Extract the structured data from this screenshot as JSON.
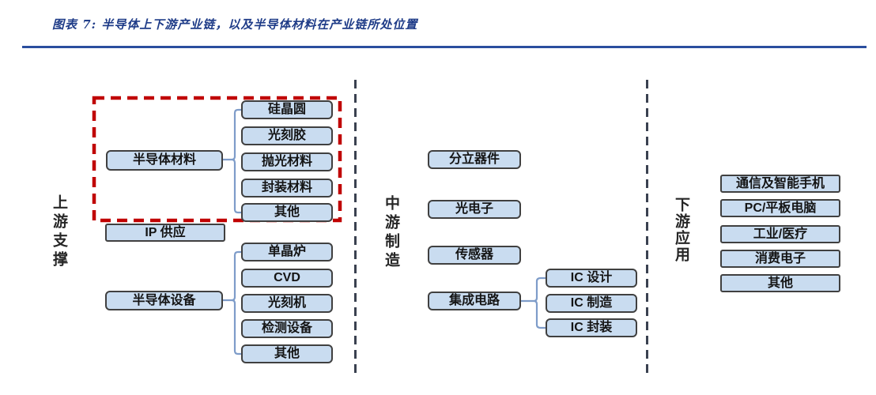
{
  "figure": {
    "title": "图表 7: 半导体上下游产业链，以及半导体材料在产业链所处位置"
  },
  "colors": {
    "title_blue": "#1F3C88",
    "rule_blue": "#2A4E9E",
    "box_fill": "#C9DCF0",
    "box_border": "#404040",
    "bracket_blue": "#7E9CC9",
    "highlight_red": "#C00000",
    "divider_dark": "#3A4150"
  },
  "upstream": {
    "label": "上游支撑",
    "materials": {
      "parent": "半导体材料",
      "children": [
        "硅晶圆",
        "光刻胶",
        "抛光材料",
        "封装材料",
        "其他"
      ]
    },
    "ip": "IP 供应",
    "equipment": {
      "parent": "半导体设备",
      "children": [
        "单晶炉",
        "CVD",
        "光刻机",
        "检测设备",
        "其他"
      ]
    }
  },
  "midstream": {
    "label": "中游制造",
    "items": [
      "分立器件",
      "光电子",
      "传感器"
    ],
    "ic": {
      "parent": "集成电路",
      "children": [
        "IC 设计",
        "IC 制造",
        "IC 封装"
      ]
    }
  },
  "downstream": {
    "label": "下游应用",
    "items": [
      "通信及智能手机",
      "PC/平板电脑",
      "工业/医疗",
      "消费电子",
      "其他"
    ]
  }
}
